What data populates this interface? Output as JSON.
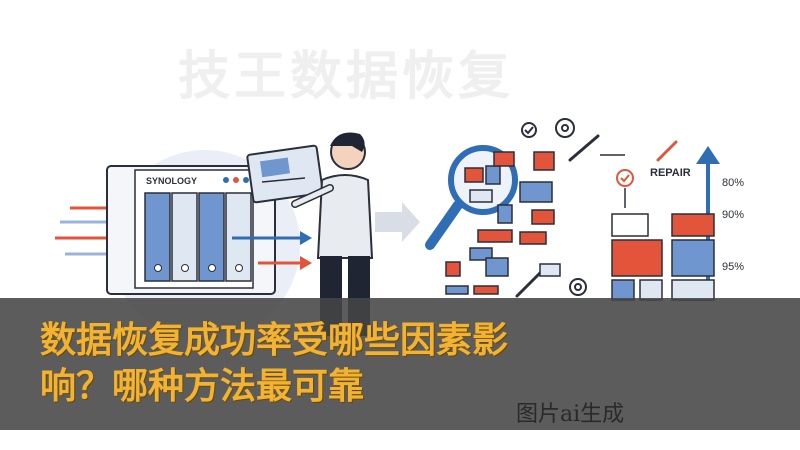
{
  "watermark": "技王数据恢复",
  "headline": {
    "line1": "数据恢复成功率受哪些因素影",
    "line2": "响？哪种方法最可靠"
  },
  "caption": "图片ai生成",
  "nas": {
    "brand": "SYNOLOGY"
  },
  "repair": {
    "label": "REPAIR"
  },
  "percentages": [
    "80%",
    "90%",
    "95%"
  ],
  "colors": {
    "accent_red": "#e2553a",
    "accent_blue": "#2f6db5",
    "banner": "#464646",
    "headline": "#f2b233"
  }
}
